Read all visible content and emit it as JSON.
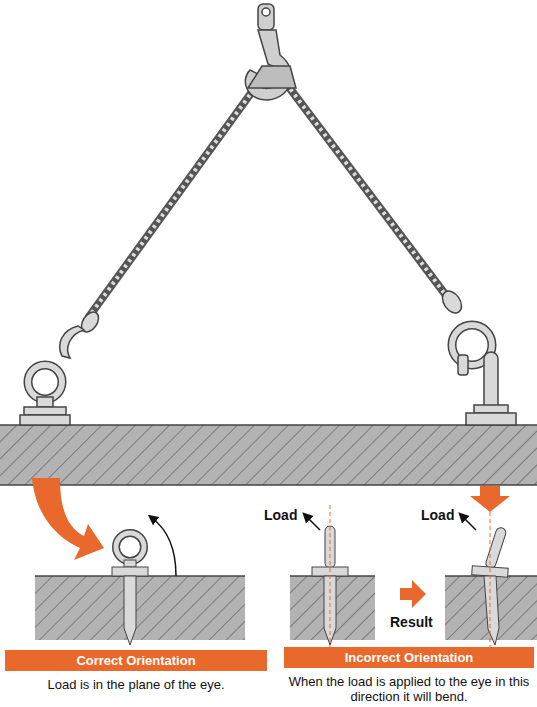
{
  "diagram": {
    "nodes": [
      {
        "text": [
          "Correct Orientation",
          "Load is in the plane of the eye."
        ]
      },
      {
        "text": [
          "Incorrect Orientation",
          "When the load is applied to the eye in this direction it will bend."
        ]
      }
    ],
    "labels": [
      "Load",
      "Load",
      "Result"
    ]
  }
}
